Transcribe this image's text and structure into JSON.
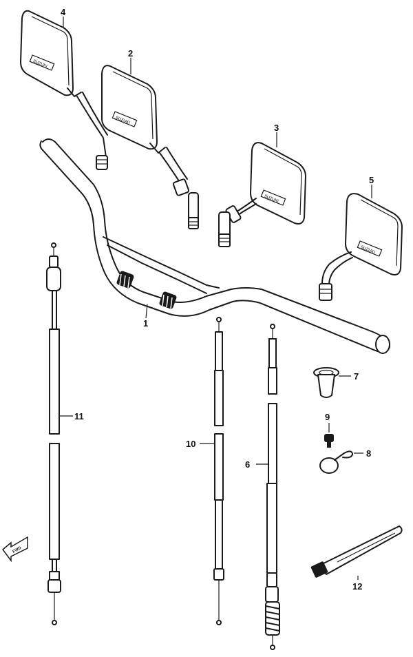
{
  "diagram": {
    "parts": [
      {
        "id": "handlebar",
        "label": "1"
      },
      {
        "id": "mirror_right_upper",
        "label": "2"
      },
      {
        "id": "mirror_center",
        "label": "3"
      },
      {
        "id": "mirror_left_upper",
        "label": "4"
      },
      {
        "id": "mirror_right",
        "label": "5"
      },
      {
        "id": "cable_6",
        "label": "6"
      },
      {
        "id": "grommet",
        "label": "7"
      },
      {
        "id": "clamp",
        "label": "8"
      },
      {
        "id": "screw",
        "label": "9"
      },
      {
        "id": "cable_10",
        "label": "10"
      },
      {
        "id": "cable_11",
        "label": "11"
      },
      {
        "id": "cable_tie",
        "label": "12"
      }
    ],
    "brand_text": "SUZUKI",
    "front_marker": "FWD",
    "colors": {
      "ink": "#1a1a1a",
      "paper": "#ffffff"
    }
  }
}
